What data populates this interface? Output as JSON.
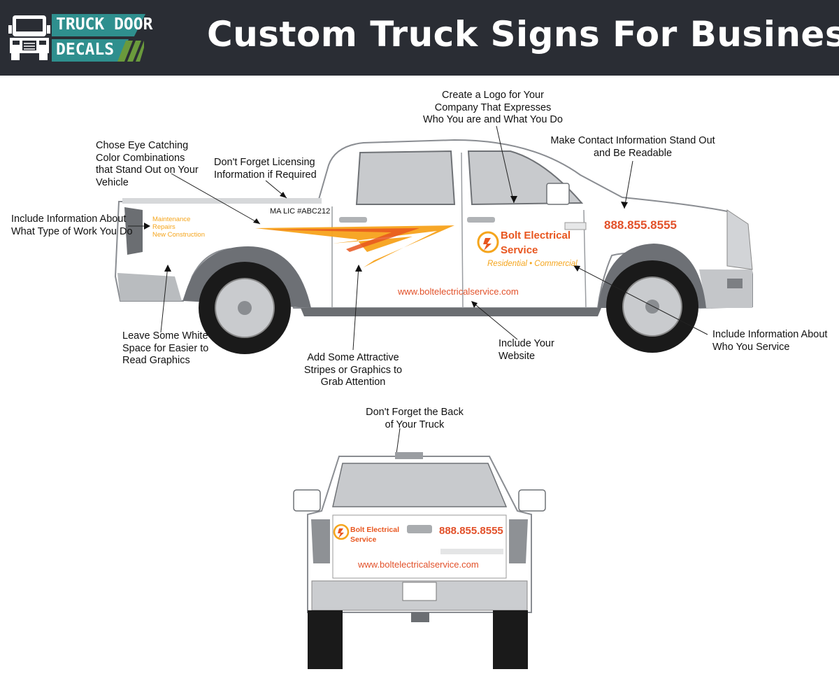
{
  "header": {
    "brand_line1": "TRUCK DOOR",
    "brand_line2": "DECALS",
    "title": "Custom Truck Signs For Business"
  },
  "annotations": {
    "logo": "Create a Logo for Your\nCompany That Expresses\nWho You are and What You Do",
    "colors": "Chose Eye Catching\nColor Combinations\nthat Stand Out on Your\nVehicle",
    "licensing": "Don't Forget Licensing\nInformation if Required",
    "contact": "Make Contact Information Stand Out\nand Be Readable",
    "work_type": "Include Information About\nWhat Type of Work You Do",
    "white_space": "Leave Some White\nSpace for Easier to\nRead Graphics",
    "stripes": "Add Some Attractive\nStripes or Graphics to\nGrab Attention",
    "website": "Include Your\nWebsite",
    "who_service": "Include Information About\nWho You Service",
    "back": "Don't Forget the Back\nof Your Truck"
  },
  "truck_side": {
    "license": "MA LIC #ABC212",
    "services": [
      "Maintenance",
      "Repairs",
      "New Construction"
    ],
    "company_line1": "Bolt Electrical",
    "company_line2": "Service",
    "tagline": "Residential • Commercial",
    "phone": "888.855.8555",
    "website": "www.boltelectricalservice.com"
  },
  "truck_back": {
    "company_line1": "Bolt Electrical",
    "company_line2": "Service",
    "phone": "888.855.8555",
    "website": "www.boltelectricalservice.com"
  },
  "colors": {
    "header_bg": "#2a2d34",
    "brand_teal": "#2f8f8e",
    "accent_red": "#e2512a",
    "accent_orange": "#f5a51c"
  }
}
